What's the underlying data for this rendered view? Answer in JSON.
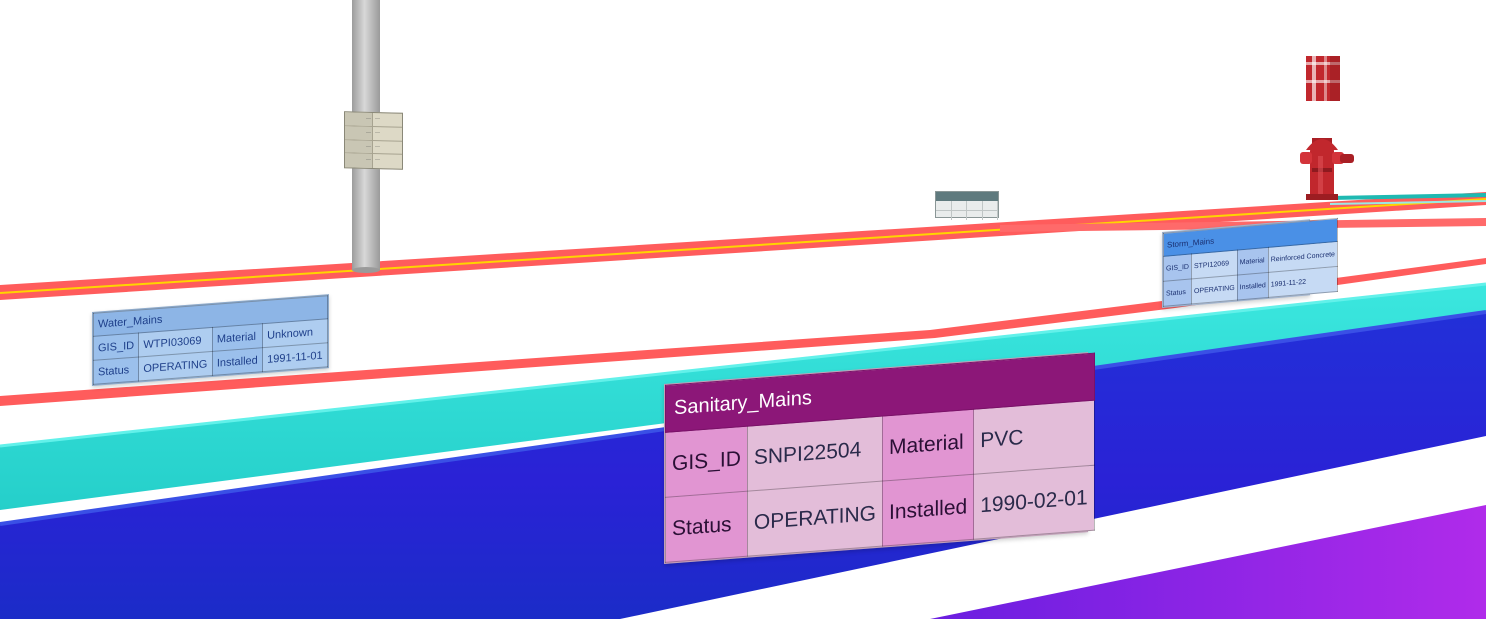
{
  "scene": {
    "colors": {
      "gas_line": "#ff5c5c",
      "centerline": "#ffd400",
      "water_pipe": "#2ee0d8",
      "sanitary_pipe": "#2a27d9",
      "storm_pipe_corner": "#a223e8",
      "pole": "#c6c6c6",
      "hydrant": "#c1272d",
      "sanitary_header": "#8c1778",
      "water_header": "#8db5e6",
      "storm_header": "#4a90e6"
    },
    "icons": [
      "utility-pole-icon",
      "fire-hydrant-icon",
      "valve-marker-icon"
    ]
  },
  "labels": {
    "sanitary": {
      "title": "Sanitary_Mains",
      "gis_id_key": "GIS_ID",
      "gis_id_value": "SNPI22504",
      "material_key": "Material",
      "material_value": "PVC",
      "status_key": "Status",
      "status_value": "OPERATING",
      "installed_key": "Installed",
      "installed_value": "1990-02-01"
    },
    "water": {
      "title": "Water_Mains",
      "gis_id_key": "GIS_ID",
      "gis_id_value": "WTPI03069",
      "material_key": "Material",
      "material_value": "Unknown",
      "status_key": "Status",
      "status_value": "OPERATING",
      "installed_key": "Installed",
      "installed_value": "1991-11-01"
    },
    "storm": {
      "title": "Storm_Mains",
      "gis_id_key": "GIS_ID",
      "gis_id_value": "STPI12069",
      "material_key": "Material",
      "material_value": "Reinforced Concrete",
      "status_key": "Status",
      "status_value": "OPERATING",
      "installed_key": "Installed",
      "installed_value": "1991-11-22"
    }
  }
}
